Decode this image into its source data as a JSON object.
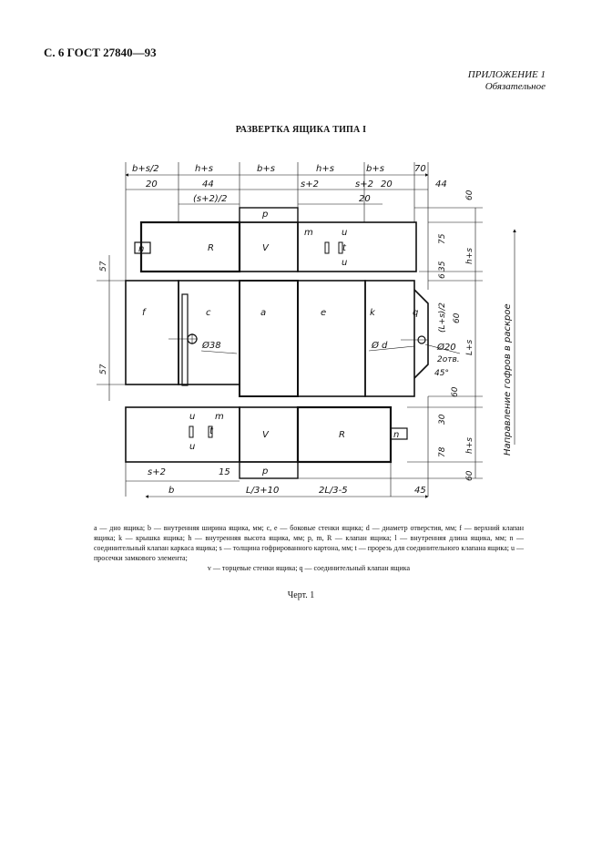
{
  "header": {
    "page_code": "С. 6 ГОСТ 27840—93",
    "appendix": "ПРИЛОЖЕНИЕ 1",
    "appendix_note": "Обязательное"
  },
  "title": "РАЗВЕРТКА ЯЩИКА ТИПА I",
  "drawing_labels": {
    "top_dims": [
      "b+s/2",
      "h+s",
      "b+s",
      "h+s",
      "b+s",
      "70"
    ],
    "second_dims": [
      "20",
      "44",
      "s+2",
      "s+2",
      "20",
      "44"
    ],
    "third_dims": [
      "(s+2)/2",
      "20"
    ],
    "right_dims": [
      "60",
      "75",
      "h+s",
      "35",
      "6",
      "(L+s)/2",
      "60",
      "L+s",
      "60",
      "30",
      "h+s",
      "78",
      "60"
    ],
    "left_dims": [
      "57",
      "57"
    ],
    "bottom_dims": [
      "s+2",
      "15",
      "b",
      "L/3+10",
      "2L/3-5",
      "45"
    ],
    "panels": [
      "p",
      "R",
      "V",
      "m",
      "u",
      "t",
      "u",
      "n",
      "f",
      "c",
      "a",
      "e",
      "k",
      "q",
      "Ø38",
      "Ø d",
      "Ø20",
      "2отв.",
      "45°",
      "u",
      "t",
      "m",
      "u",
      "V",
      "R",
      "n",
      "p"
    ],
    "direction": "Направление гофров в раскрое"
  },
  "legend": {
    "text": "a — дно ящика; b — внутренняя ширина ящика, мм; c, e — боковые стенки ящика; d — диаметр отверстия, мм; f — верхний клапан ящика; k — крышка ящика; h — внутренняя высота ящика, мм; p, m, R — клапан ящика; l — внутренняя длина ящика, мм; n — соединительный клапан каркаса ящика; s — толщина гофрированного картона, мм; t — прорезь для соединительного клапана ящика; u — просечки замкового элемента;",
    "last_line": "v — торцевые стенки ящика; q — соединительный клапан ящика"
  },
  "caption": "Черт. 1"
}
